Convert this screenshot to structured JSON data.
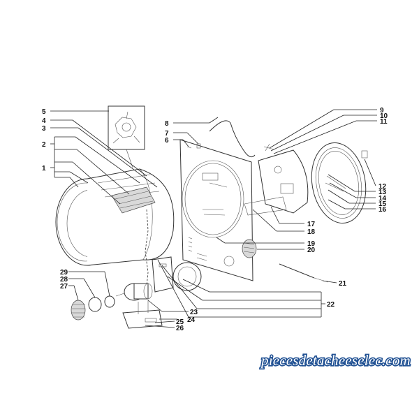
{
  "watermark": "piecesdetacheeselec.com",
  "callouts": [
    "1",
    "2",
    "3",
    "4",
    "5",
    "6",
    "7",
    "8",
    "9",
    "10",
    "11",
    "12",
    "13",
    "14",
    "15",
    "16",
    "17",
    "18",
    "19",
    "20",
    "21",
    "22",
    "23",
    "24",
    "25",
    "26",
    "27",
    "28",
    "29"
  ],
  "colors": {
    "line": "#222222",
    "watermark_fill": "#ffffff",
    "watermark_outline": "#1e4f92"
  }
}
